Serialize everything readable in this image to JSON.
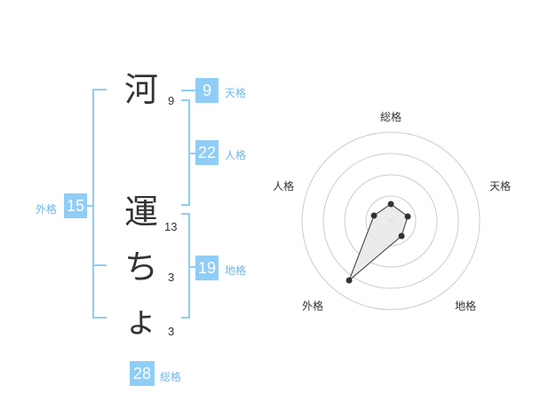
{
  "name": {
    "chars": [
      {
        "char": "河",
        "strokes": "9"
      },
      {
        "char": "運",
        "strokes": "13"
      },
      {
        "char": "ち",
        "strokes": "3"
      },
      {
        "char": "ょ",
        "strokes": "3"
      }
    ]
  },
  "fortune": {
    "tenkaku": {
      "value": "9",
      "label": "天格"
    },
    "jinkaku": {
      "value": "22",
      "label": "人格"
    },
    "chikaku": {
      "value": "19",
      "label": "地格"
    },
    "gaikaku": {
      "value": "15",
      "label": "外格"
    },
    "soukaku": {
      "value": "28",
      "label": "総格"
    }
  },
  "radar": {
    "axis_labels": {
      "top": "総格",
      "right": "天格",
      "bottom_right": "地格",
      "bottom_left": "外格",
      "left": "人格"
    },
    "colors": {
      "ring": "#cccccc",
      "fill": "#e6e6e6",
      "line": "#333333",
      "point": "#333333"
    }
  }
}
